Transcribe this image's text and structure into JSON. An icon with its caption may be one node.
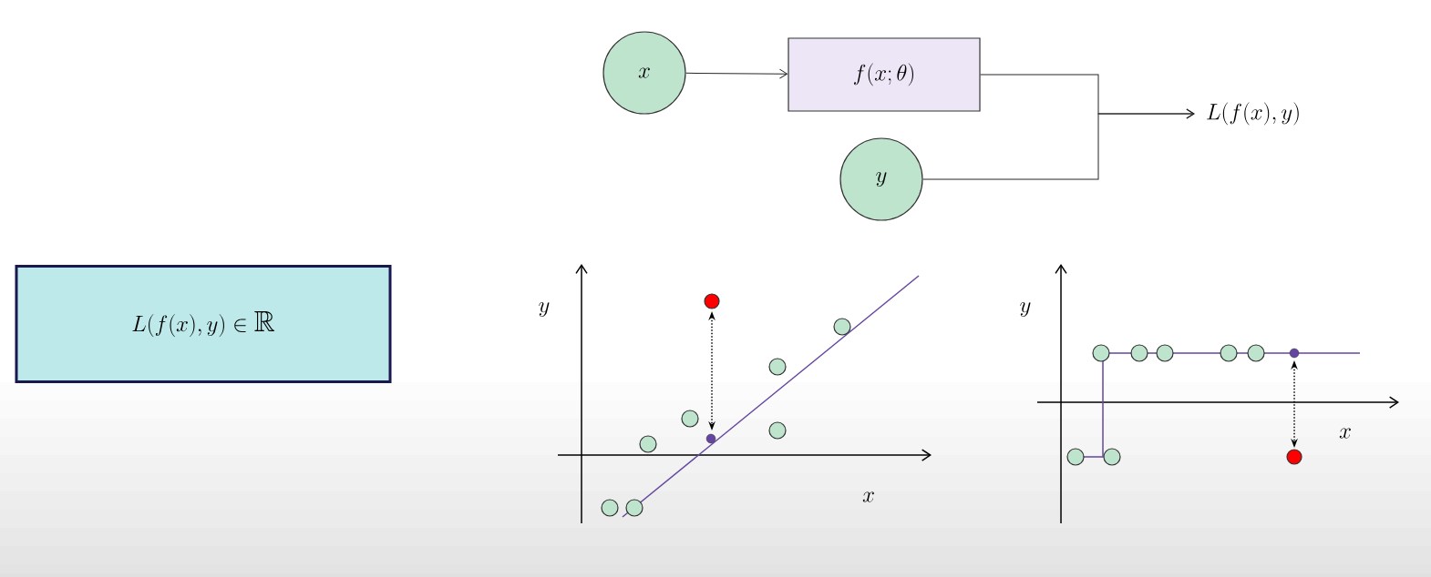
{
  "diagram": {
    "nodes": [
      {
        "text": [
          "x"
        ]
      },
      {
        "text": [
          "f(x;\\theta)"
        ]
      },
      {
        "text": [
          "y"
        ]
      },
      {
        "text": [
          "L(f(x),y)"
        ]
      },
      {
        "text": [
          "L(f(x),y) \\in \\mathbb{R}"
        ]
      }
    ],
    "edges": [
      {
        "from": 0,
        "to": 1,
        "arrow": "to"
      },
      {
        "from": 1,
        "to": 3,
        "arrow": "to"
      },
      {
        "from": 2,
        "to": 3,
        "arrow": "to"
      }
    ],
    "labels": [
      "y",
      "x",
      "y",
      "x"
    ]
  }
}
